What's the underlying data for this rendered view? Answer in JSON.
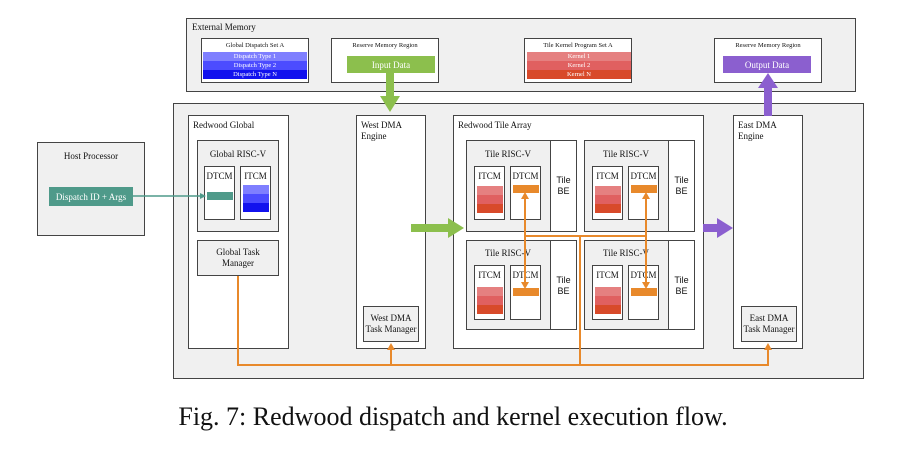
{
  "external_memory": {
    "title": "External Memory",
    "dispatch_set": {
      "title": "Global Dispatch Set A",
      "items": [
        "Dispatch Type 1",
        "Dispatch Type 2",
        "Dispatch Type N"
      ]
    },
    "reserve_input": {
      "title": "Reserve Memory Region",
      "label": "Input Data"
    },
    "kernel_set": {
      "title": "Tile Kernel Program Set A",
      "items": [
        "Kernel 1",
        "Kernel 2",
        "Kernel N"
      ]
    },
    "reserve_output": {
      "title": "Reserve Memory Region",
      "label": "Output Data"
    }
  },
  "host": {
    "title": "Host Processor",
    "button": "Dispatch ID + Args"
  },
  "redwood_global": {
    "title": "Redwood Global",
    "riscv": "Global RISC-V",
    "dtcm": "DTCM",
    "itcm": "ITCM",
    "task_manager": [
      "Global Task",
      "Manager"
    ]
  },
  "west_dma": {
    "title": [
      "West DMA",
      "Engine"
    ],
    "task_manager": [
      "West DMA",
      "Task Manager"
    ]
  },
  "tile_array": {
    "title": "Redwood Tile Array",
    "tiles": [
      {
        "title": "Tile RISC-V",
        "itcm": "ITCM",
        "dtcm": "DTCM",
        "be": [
          "Tile",
          "BE"
        ]
      },
      {
        "title": "Tile RISC-V",
        "itcm": "ITCM",
        "dtcm": "DTCM",
        "be": [
          "Tile",
          "BE"
        ]
      },
      {
        "title": "Tile RISC-V",
        "itcm": "ITCM",
        "dtcm": "DTCM",
        "be": [
          "Tile",
          "BE"
        ]
      },
      {
        "title": "Tile RISC-V",
        "itcm": "ITCM",
        "dtcm": "DTCM",
        "be": [
          "Tile",
          "BE"
        ]
      }
    ]
  },
  "east_dma": {
    "title": [
      "East DMA",
      "Engine"
    ],
    "task_manager": [
      "East DMA",
      "Task Manager"
    ]
  },
  "caption": "Fig. 7: Redwood dispatch and kernel execution flow.",
  "colors": {
    "green": "#8cbf4d",
    "teal": "#4f9a8a",
    "purple": "#8b5fcf",
    "orange": "#e8892b",
    "blue_light": "#7f7fff",
    "blue_mid": "#4c4cff",
    "blue_dark": "#1212ee",
    "red_light": "#e58080",
    "red_mid": "#e06060",
    "red_dark": "#d84a2a"
  }
}
